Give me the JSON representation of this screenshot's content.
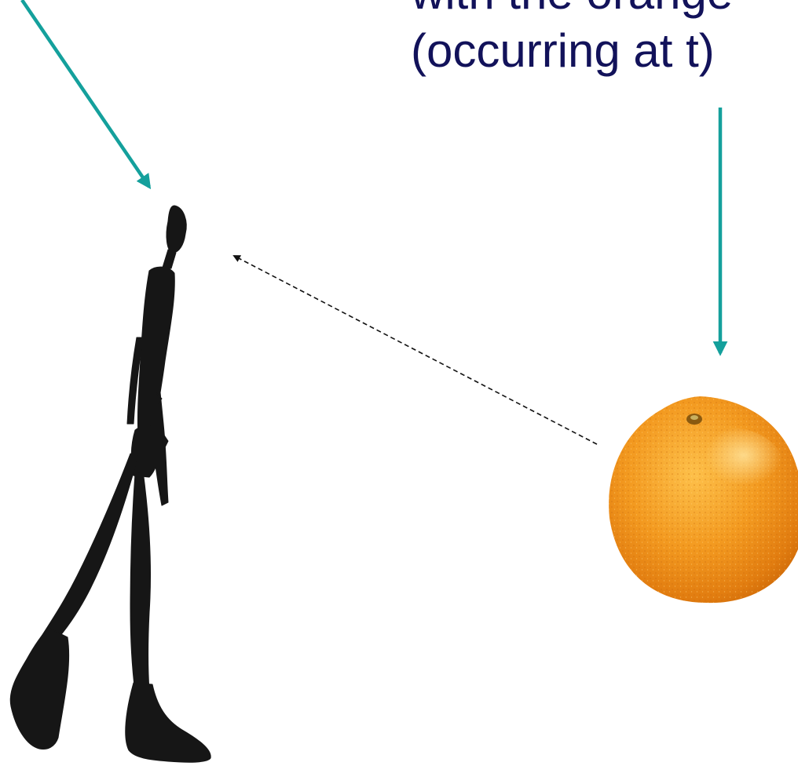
{
  "caption": {
    "line1": "with the orange",
    "line2": "(occurring at t)"
  },
  "colors": {
    "caption_text": "#12125a",
    "pointer_arrow": "#14a09c",
    "dashed_arrow": "#111111",
    "orange_fill": "#f29a1e",
    "figure_fill": "#161616"
  },
  "icons": {
    "walking_figure": "walking-figure-sculpture",
    "orange": "orange-fruit"
  }
}
